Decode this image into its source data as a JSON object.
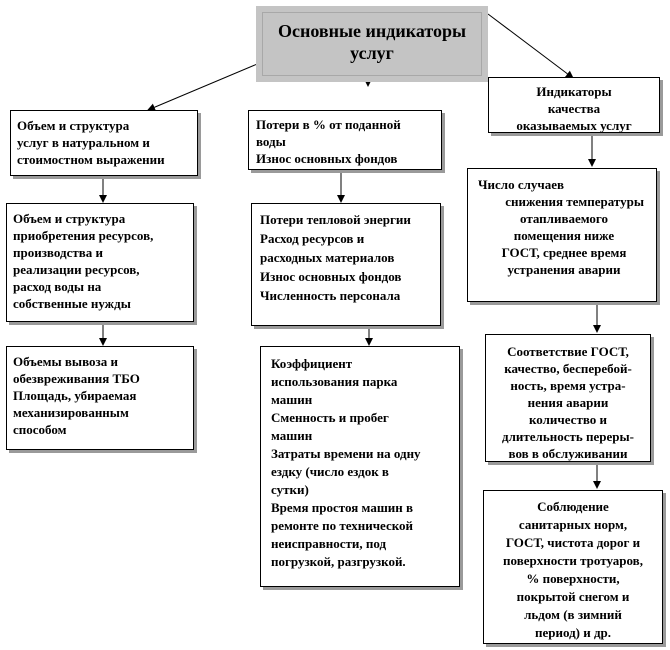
{
  "title": {
    "lines": [
      "Основные индикаторы",
      "услуг"
    ]
  },
  "col1": {
    "box1": {
      "lines": [
        "Объем и структура",
        "услуг  в натуральном и",
        "стоимостном выражении"
      ]
    },
    "box2": {
      "lines": [
        "Объем и структура",
        "приобретения ресурсов,",
        "производства и",
        "реализации ресурсов,",
        "расход воды на",
        "собственные нужды"
      ]
    },
    "box3": {
      "lines": [
        "Объемы вывоза и",
        "обезвреживания ТБО",
        "Площадь, убираемая",
        "механизированным",
        "способом"
      ]
    }
  },
  "col2": {
    "box1": {
      "lines": [
        "Потери в % от поданной",
        "воды",
        "Износ основных фондов"
      ]
    },
    "box2": {
      "lines": [
        "Потери тепловой энергии",
        "Расход ресурсов и",
        "расходных материалов",
        "Износ основных фондов",
        "Численность персонала"
      ]
    },
    "box3": {
      "lines": [
        "Коэффициент",
        "использования парка",
        "машин",
        "Сменность и пробег",
        "машин",
        "Затраты времени на одну",
        "ездку (число ездок в",
        "сутки)",
        "Время простоя машин в",
        "ремонте по технической",
        "неисправности, под",
        "погрузкой,  разгрузкой."
      ]
    }
  },
  "col3": {
    "box1": {
      "lines": [
        "Индикаторы",
        "качества",
        "оказываемых услуг"
      ]
    },
    "box2": {
      "lines": [
        "Число случаев",
        "снижения температуры",
        "отапливаемого",
        "помещения ниже",
        "ГОСТ, среднее время",
        "устранения аварии"
      ]
    },
    "box3": {
      "lines": [
        "Соответствие ГОСТ,",
        "качество, бесперебой-",
        "ность, время устра-",
        "нения аварии",
        "количество и",
        "длительность переры-",
        "вов в обслуживании"
      ]
    },
    "box4": {
      "lines": [
        "Соблюдение",
        "санитарных норм,",
        "ГОСТ, чистота дорог и",
        "поверхности тротуаров,",
        "% поверхности,",
        "покрытой снегом и",
        "льдом (в зимний",
        "период) и др."
      ]
    }
  }
}
